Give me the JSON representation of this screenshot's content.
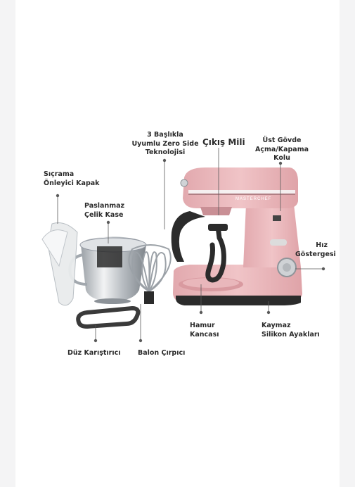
{
  "brand": {
    "name": "MASTERCHEF"
  },
  "callouts": {
    "heads_tech": "3 Başlıkla\nUyumlu Zero Side\nTeknolojisi",
    "output_shaft": "Çıkış Mili",
    "top_body": "Üst Gövde\nAçma/Kapama\nKolu",
    "splash_cover": "Sıçrama\nÖnleyici Kapak",
    "steel_bowl": "Paslanmaz\nÇelik Kase",
    "speed": "Hız\nGöstergesi",
    "dough_hook": "Hamur\nKancası",
    "feet": "Kaymaz\nSilikon Ayakları",
    "flat_beater": "Düz Karıştırıcı",
    "whisk": "Balon Çırpıcı"
  },
  "colors": {
    "body": "#e8b8bc",
    "accent": "#2b2b2b",
    "steel": "#c9ccd0"
  }
}
